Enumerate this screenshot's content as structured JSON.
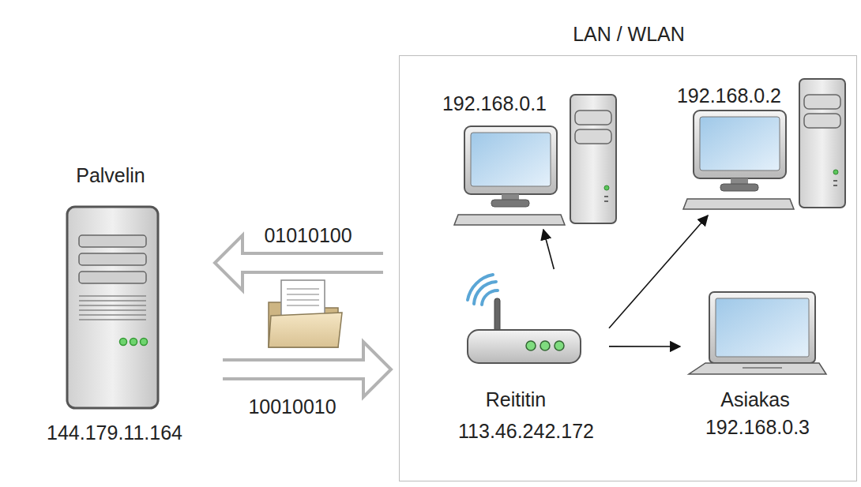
{
  "diagram": {
    "nodes": [
      {
        "text": [
          "Palvelin",
          "144.179.11.164"
        ]
      },
      {
        "text": [
          "LAN / WLAN"
        ]
      },
      {
        "text": [
          "192.168.0.1"
        ],
        "in": 1
      },
      {
        "text": [
          "192.168.0.2"
        ],
        "in": 1
      },
      {
        "text": [
          "Reititin",
          "113.46.242.172"
        ],
        "in": 1
      },
      {
        "text": [
          "Asiakas",
          "192.168.0.3"
        ],
        "in": 1
      }
    ],
    "edges": [
      {
        "from": 1,
        "to": 0,
        "label": "01010100",
        "arrow": "to"
      },
      {
        "from": 0,
        "to": 1,
        "label": "10010010",
        "arrow": "to"
      },
      {
        "from": 4,
        "to": 2,
        "arrow": "to"
      },
      {
        "from": 4,
        "to": 3,
        "arrow": "to"
      },
      {
        "from": 4,
        "to": 5,
        "arrow": "to"
      }
    ]
  }
}
